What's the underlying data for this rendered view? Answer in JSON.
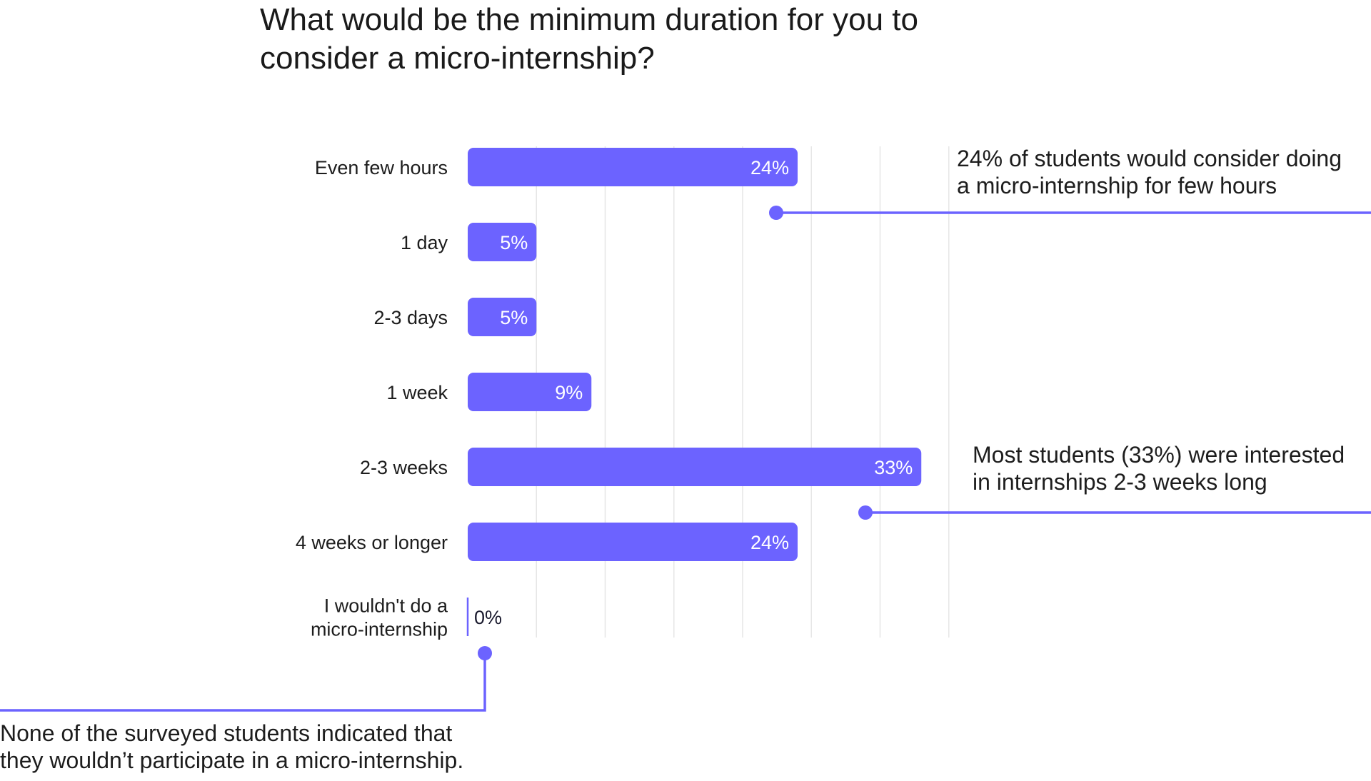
{
  "chart_data": {
    "type": "bar",
    "orientation": "horizontal",
    "title": [
      "What would be the minimum duration for you to",
      "consider a micro-internship?"
    ],
    "categories": [
      [
        "Even few hours"
      ],
      [
        "1 day"
      ],
      [
        "2-3 days"
      ],
      [
        "1 week"
      ],
      [
        "2-3 weeks"
      ],
      [
        "4 weeks or longer"
      ],
      [
        "I wouldn't do a",
        "micro-internship"
      ]
    ],
    "values": [
      24,
      5,
      5,
      9,
      33,
      24,
      0
    ],
    "value_labels": [
      "24%",
      "5%",
      "5%",
      "9%",
      "33%",
      "24%",
      "0%"
    ],
    "xlim": [
      0,
      35
    ],
    "grid": "vertical",
    "bar_color": "#6c63ff",
    "grid_color": "#e6e6e6",
    "annotations": [
      {
        "target_category": 0,
        "text": [
          "24% of students would consider doing",
          "a micro-internship for few hours"
        ]
      },
      {
        "target_category": 4,
        "text": [
          "Most students (33%) were interested",
          "in internships 2-3 weeks long"
        ]
      },
      {
        "target_category": 6,
        "text": [
          "None of the surveyed students indicated that",
          "they wouldn’t participate in a micro-internship."
        ]
      }
    ]
  }
}
